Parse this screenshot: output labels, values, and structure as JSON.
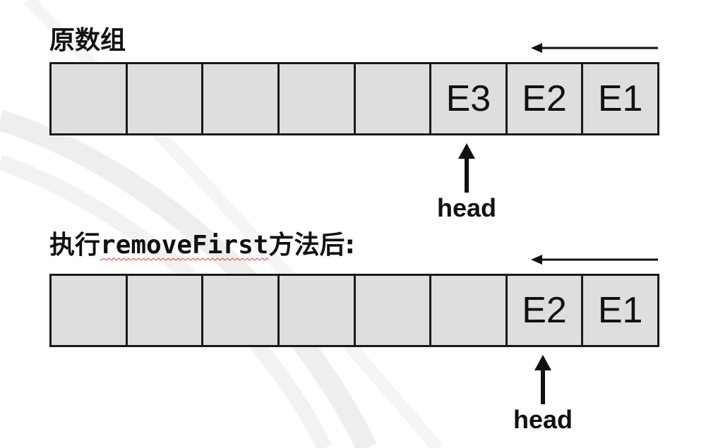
{
  "titles": {
    "original": "原数组",
    "after_prefix": "执行",
    "after_method": "removeFirst",
    "after_suffix": "方法后:"
  },
  "original_array": [
    "",
    "",
    "",
    "",
    "",
    "E3",
    "E2",
    "E1"
  ],
  "after_array": [
    "",
    "",
    "",
    "",
    "",
    "",
    "E2",
    "E1"
  ],
  "pointers": {
    "original_head_label": "head",
    "after_head_label": "head"
  },
  "colors": {
    "cell_fill": "#dedede",
    "border": "#1a1a1a",
    "spellcheck_underline": "#e03030"
  }
}
